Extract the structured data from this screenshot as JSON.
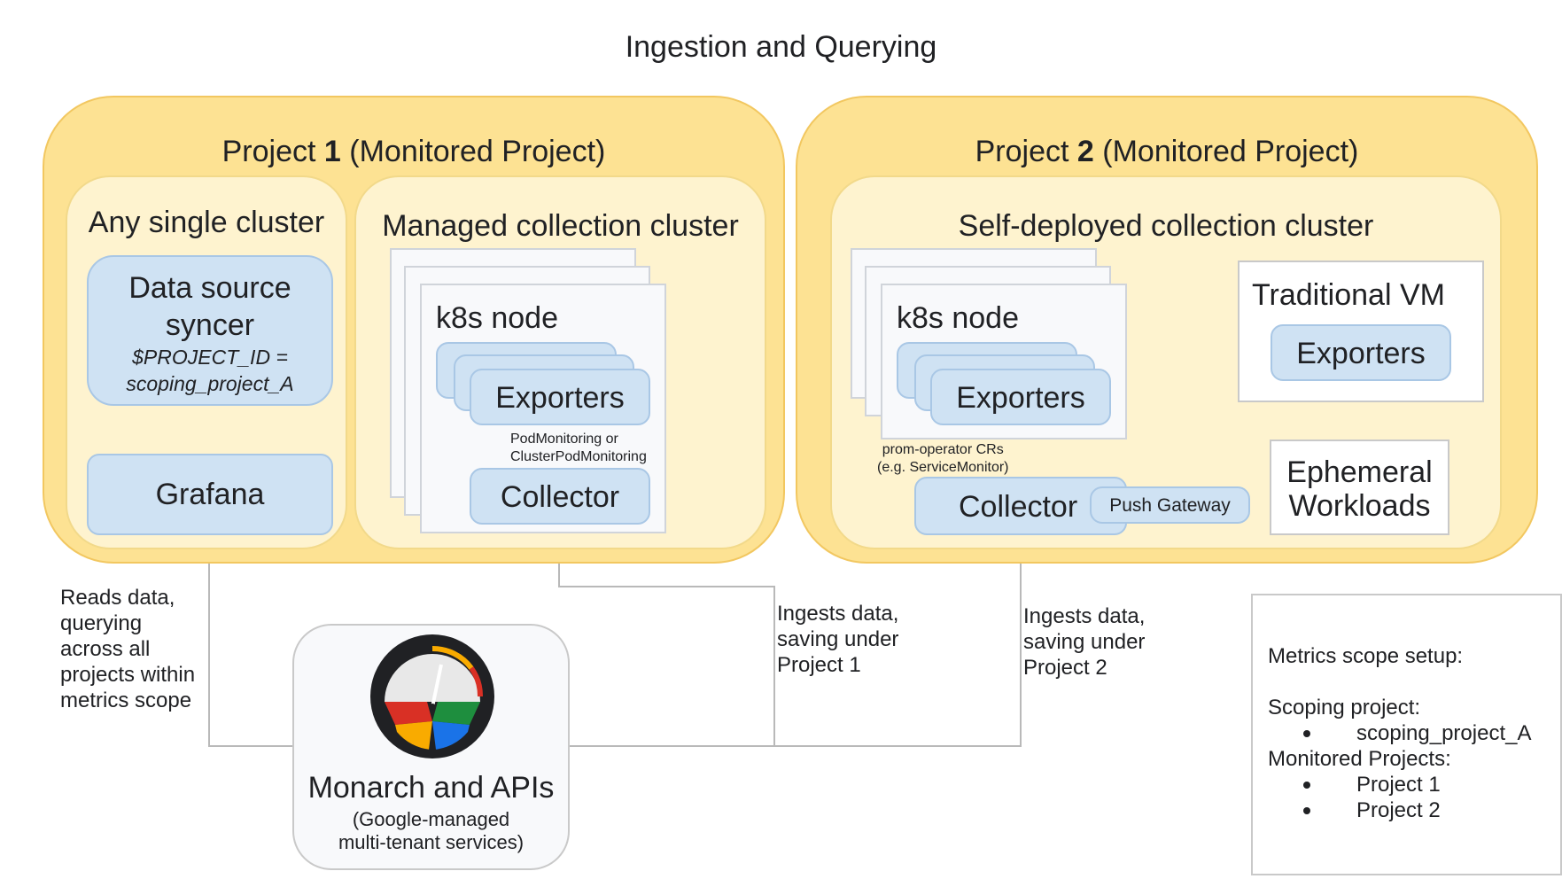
{
  "title": "Ingestion and Querying",
  "project1": {
    "title_prefix": "Project ",
    "title_number": "1",
    "title_suffix": " (Monitored Project)",
    "any_cluster": {
      "title": "Any single cluster",
      "syncer_line1": "Data source",
      "syncer_line2": "syncer",
      "syncer_param1": "$PROJECT_ID =",
      "syncer_param2": "scoping_project_A",
      "grafana": "Grafana"
    },
    "managed_cluster": {
      "title": "Managed collection cluster",
      "node_label": "k8s node",
      "exporters": "Exporters",
      "crd_line1": "PodMonitoring or",
      "crd_line2": "ClusterPodMonitoring",
      "collector": "Collector"
    }
  },
  "project2": {
    "title_prefix": "Project ",
    "title_number": "2",
    "title_suffix": " (Monitored Project)",
    "self_cluster": {
      "title": "Self-deployed collection cluster",
      "node_label": "k8s node",
      "exporters": "Exporters",
      "crd_line1": "prom-operator CRs",
      "crd_line2": "(e.g. ServiceMonitor)",
      "collector": "Collector",
      "push_gateway": "Push Gateway"
    },
    "vm": {
      "title": "Traditional VM",
      "exporters": "Exporters"
    },
    "ephemeral_line1": "Ephemeral",
    "ephemeral_line2": "Workloads"
  },
  "notes": {
    "reads": [
      "Reads data,",
      "querying",
      "across all",
      "projects within",
      "metrics scope"
    ],
    "ingest1": [
      "Ingests data,",
      "saving under",
      "Project 1"
    ],
    "ingest2": [
      "Ingests data,",
      "saving under",
      "Project 2"
    ]
  },
  "monarch": {
    "title": "Monarch and APIs",
    "sub1": "(Google-managed",
    "sub2": "multi-tenant services)",
    "icon": "gauge-icon",
    "colors": {
      "red": "#d93025",
      "green": "#1e8e3e",
      "yellow": "#f9ab00",
      "blue": "#1a73e8",
      "ring": "#202124",
      "face": "#e8e8e8"
    }
  },
  "scope": {
    "heading": "Metrics scope setup:",
    "scoping_label": "Scoping project:",
    "scoping_items": [
      "scoping_project_A"
    ],
    "monitored_label": "Monitored Projects:",
    "monitored_items": [
      "Project 1",
      "Project 2"
    ]
  },
  "colors": {
    "project_fill": "#fde293",
    "cluster_fill": "#fef3cf",
    "component_fill": "#cfe2f3",
    "line": "#b9b9b9"
  }
}
